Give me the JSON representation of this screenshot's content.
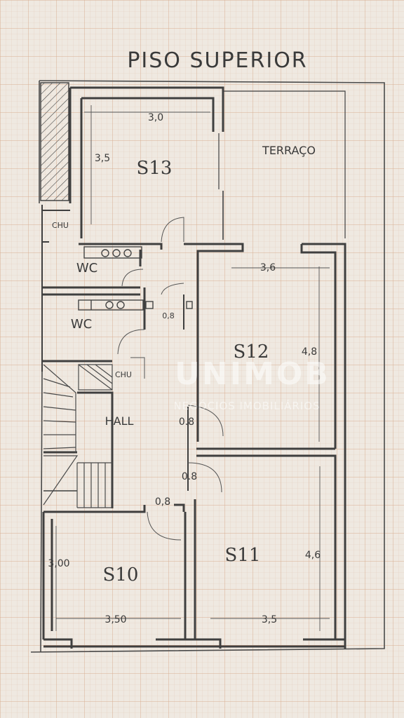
{
  "plan": {
    "title": "PISO SUPERIOR",
    "rooms": {
      "s13": "S13",
      "s12": "S12",
      "s11": "S11",
      "s10": "S10",
      "terrace": "TERRAÇO",
      "wc_upper": "WC",
      "wc_lower": "WC",
      "hall": "HALL",
      "chu_upper": "CHU",
      "chu_lower": "CHU"
    },
    "dimensions": {
      "s13_width": "3,0",
      "s13_depth": "3,5",
      "s12_width": "3,6",
      "s12_depth": "4,8",
      "s11_width": "3,5",
      "s11_depth": "4,6",
      "s10_width": "3,50",
      "s10_depth": "3,00",
      "door_wc": "0,8",
      "door_s12": "0.8",
      "door_s11": "0.8",
      "door_s10": "0,8"
    }
  },
  "watermark": {
    "brand": "UNIMOB",
    "tagline": "NEGÓCIOS IMOBILIÁRIOS"
  },
  "colors": {
    "paper": "#efe9e1",
    "grid_minor": "#e6d2c2",
    "grid_major": "#dcb59c",
    "ink": "#3a3a3a"
  }
}
